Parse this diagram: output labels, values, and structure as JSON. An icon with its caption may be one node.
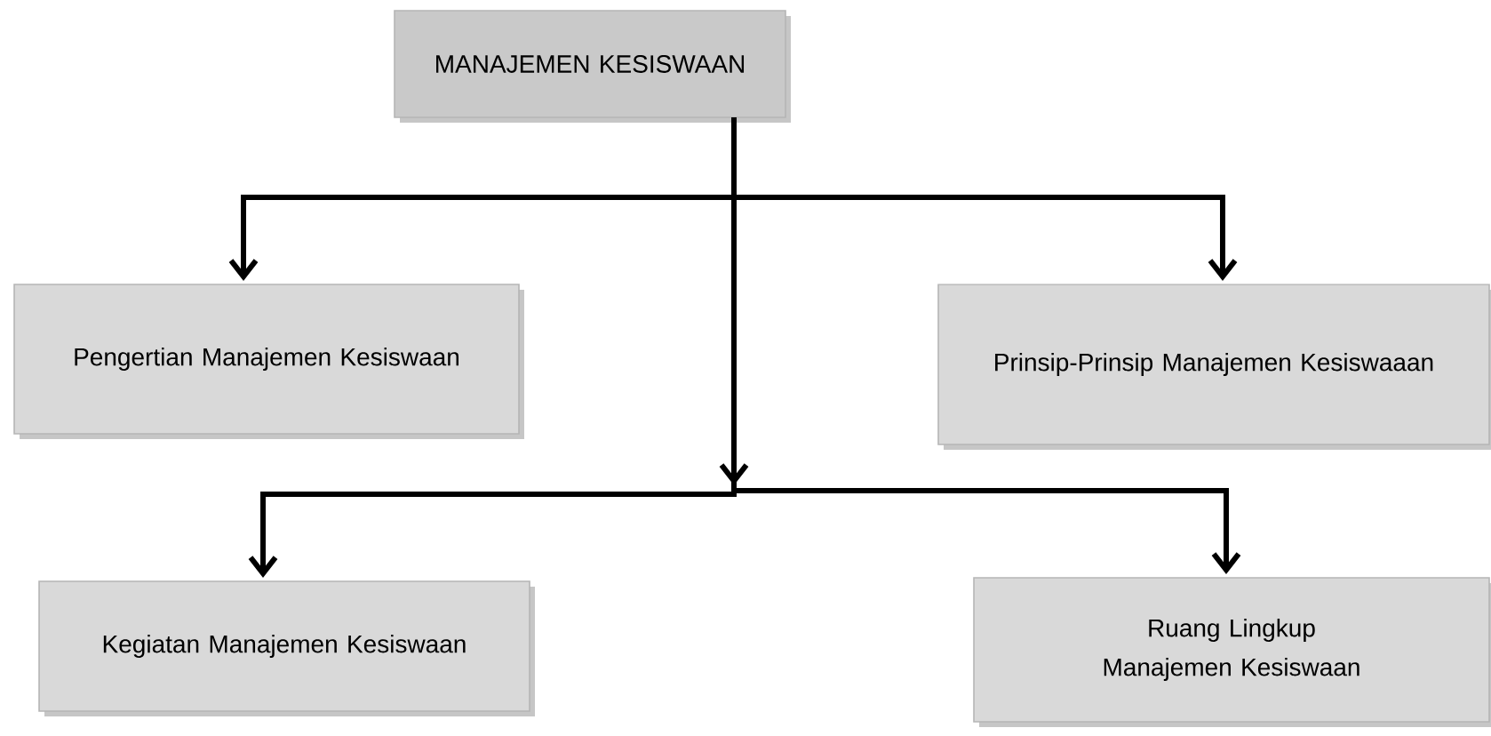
{
  "diagram": {
    "nodes": [
      {
        "text": [
          "MANAJEMEN KESISWAAN"
        ]
      },
      {
        "text": [
          "Pengertian Manajemen Kesiswaan"
        ]
      },
      {
        "text": [
          "Prinsip-Prinsip Manajemen Kesiswaaan"
        ]
      },
      {
        "text": [
          "Kegiatan Manajemen Kesiswaan"
        ]
      },
      {
        "text": [
          "Ruang Lingkup Manajemen Kesiswaan"
        ]
      }
    ],
    "edges": [
      {
        "from": 0,
        "to": 1,
        "arrow": "to"
      },
      {
        "from": 0,
        "to": 2,
        "arrow": "to"
      },
      {
        "from": 0,
        "to": 3,
        "arrow": "to"
      },
      {
        "from": 0,
        "to": 4,
        "arrow": "to"
      }
    ]
  }
}
